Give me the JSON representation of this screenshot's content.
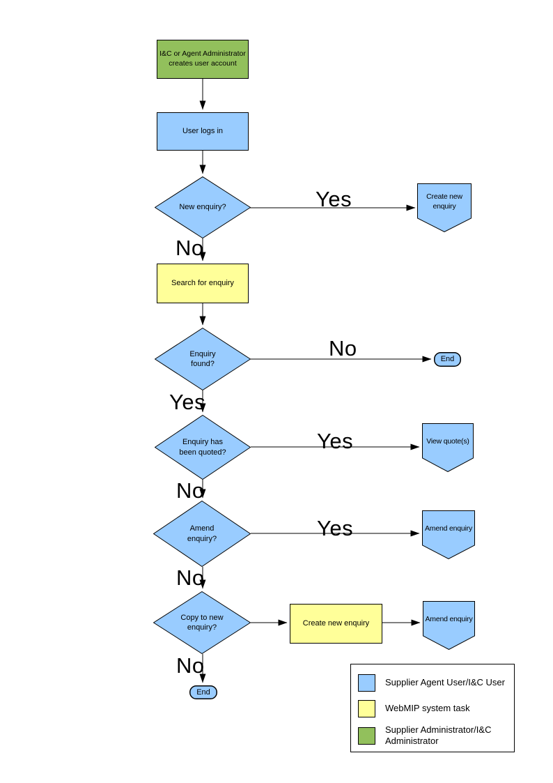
{
  "colors": {
    "actor_blue": "#99CCFF",
    "system_yellow": "#FFFF99",
    "admin_green": "#92C05C",
    "line": "#000000"
  },
  "nodes": {
    "admin_creates_account": {
      "label": "I&C or Agent Administrator creates user account"
    },
    "user_logs_in": {
      "label": "User logs in"
    },
    "new_enquiry": {
      "label": "New enquiry?"
    },
    "create_new_enquiry_offpage": {
      "label": "Create new enquiry"
    },
    "search_for_enquiry": {
      "label": "Search for enquiry"
    },
    "enquiry_found": {
      "label": "Enquiry found?"
    },
    "end_1": {
      "label": "End"
    },
    "enquiry_quoted": {
      "label": "Enquiry has been quoted?"
    },
    "view_quotes": {
      "label": "View quote(s)"
    },
    "amend_enquiry_q": {
      "label": "Amend enquiry?"
    },
    "amend_enquiry_offpage_1": {
      "label": "Amend enquiry"
    },
    "copy_to_new_enquiry": {
      "label": "Copy to new enquiry?"
    },
    "create_new_enquiry_task": {
      "label": "Create new enquiry"
    },
    "amend_enquiry_offpage_2": {
      "label": "Amend enquiry"
    },
    "end_2": {
      "label": "End"
    }
  },
  "edge_labels": {
    "yes_new_enquiry": "Yes",
    "no_new_enquiry": "No",
    "no_enquiry_found": "No",
    "yes_enquiry_found": "Yes",
    "yes_quoted": "Yes",
    "no_quoted": "No",
    "yes_amend": "Yes",
    "no_amend": "No",
    "no_copy": "No"
  },
  "legend": {
    "items": [
      {
        "color": "#99CCFF",
        "label": "Supplier Agent User/I&C User"
      },
      {
        "color": "#FFFF99",
        "label": "WebMIP system task"
      },
      {
        "color": "#92C05C",
        "label": "Supplier Administrator/I&C Administrator"
      }
    ]
  }
}
